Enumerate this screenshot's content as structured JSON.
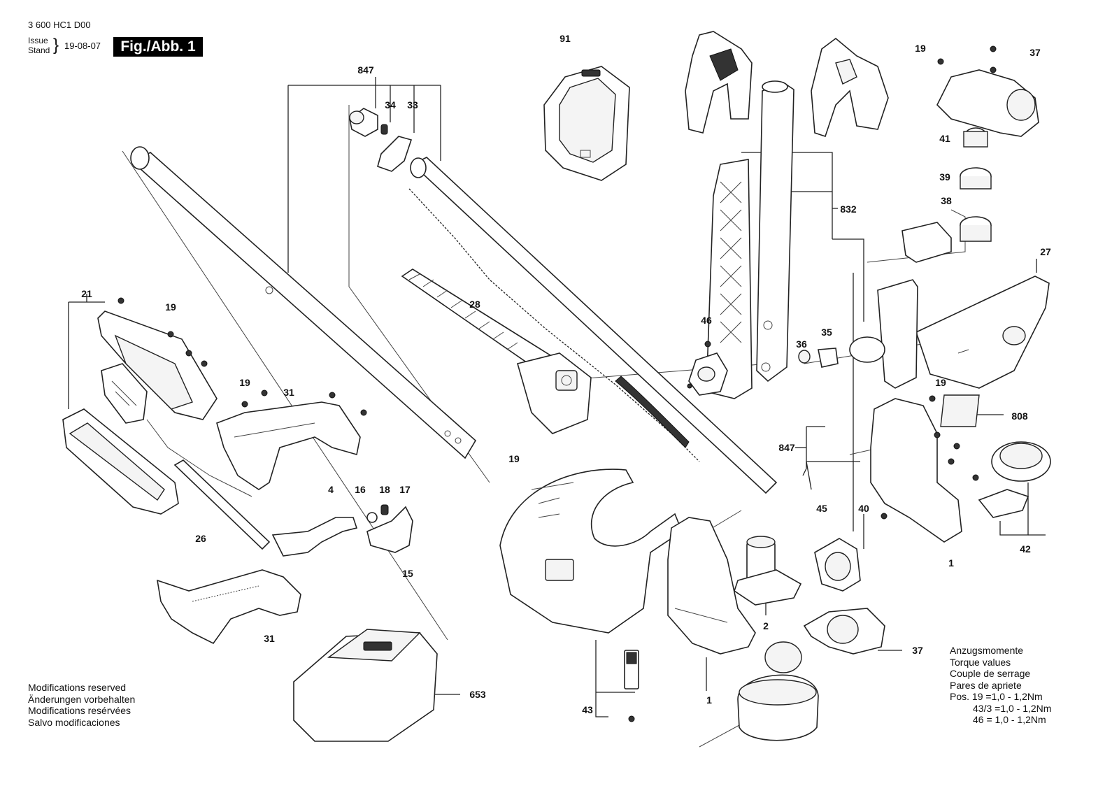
{
  "header": {
    "doc_number": "3 600 HC1 D00",
    "issue_label": "Issue",
    "stand_label": "Stand",
    "date": "19-08-07",
    "figure_label": "Fig./Abb. 1"
  },
  "modifications_notes": [
    "Modifications reserved",
    "Änderungen vorbehalten",
    "Modifications resérvées",
    "Salvo modificaciones"
  ],
  "torque": {
    "titles": [
      "Anzugsmomente",
      "Torque values",
      "Couple de serrage",
      "Pares de apriete"
    ],
    "rows": [
      "Pos. 19  =1,0 - 1,2Nm",
      "43/3  =1,0 - 1,2Nm",
      "46  = 1,0 - 1,2Nm"
    ]
  },
  "part_labels": {
    "p91": "91",
    "p847_top": "847",
    "p34": "34",
    "p33": "33",
    "p19_top": "19",
    "p37_top": "37",
    "p41": "41",
    "p39": "39",
    "p38": "38",
    "p832": "832",
    "p27": "27",
    "p21": "21",
    "p19_a": "19",
    "p28": "28",
    "p46": "46",
    "p35": "35",
    "p36": "36",
    "p19_b": "19",
    "p31_top": "31",
    "p19_c": "19",
    "p19_d": "19",
    "p808": "808",
    "p847_mid": "847",
    "p4": "4",
    "p16": "16",
    "p18": "18",
    "p17": "17",
    "p26": "26",
    "p15": "15",
    "p45": "45",
    "p40": "40",
    "p1_right": "1",
    "p42": "42",
    "p2": "2",
    "p31_bottom": "31",
    "p37_bottom": "37",
    "p653": "653",
    "p43": "43",
    "p1_bottom": "1"
  }
}
